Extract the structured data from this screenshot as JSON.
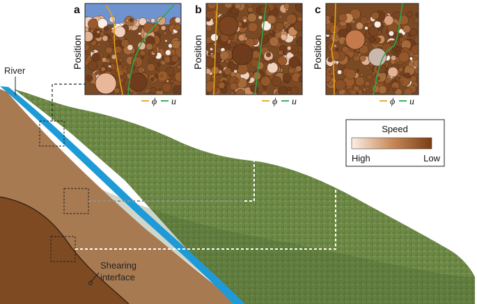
{
  "labels": {
    "river": "River",
    "shearing_line1": "Shearing",
    "shearing_line2": "interface"
  },
  "panels": [
    {
      "letter": "a",
      "axis_label": "Position",
      "legend_phi": "ϕ",
      "legend_u": "u"
    },
    {
      "letter": "b",
      "axis_label": "Position",
      "legend_phi": "ϕ",
      "legend_u": "u"
    },
    {
      "letter": "c",
      "axis_label": "Position",
      "legend_phi": "ϕ",
      "legend_u": "u"
    }
  ],
  "speed_legend": {
    "title": "Speed",
    "high": "High",
    "low": "Low",
    "gradient_from": "#fbeee6",
    "gradient_to": "#7a3d14"
  },
  "colors": {
    "phi_line": "#e8a417",
    "u_line": "#2aa84a",
    "river": "#1e9ad6",
    "sky_panel": "#6f93cf",
    "soil_upper": "#a87a52",
    "soil_lower": "#7d4a22",
    "grass": "#6f8a45"
  }
}
